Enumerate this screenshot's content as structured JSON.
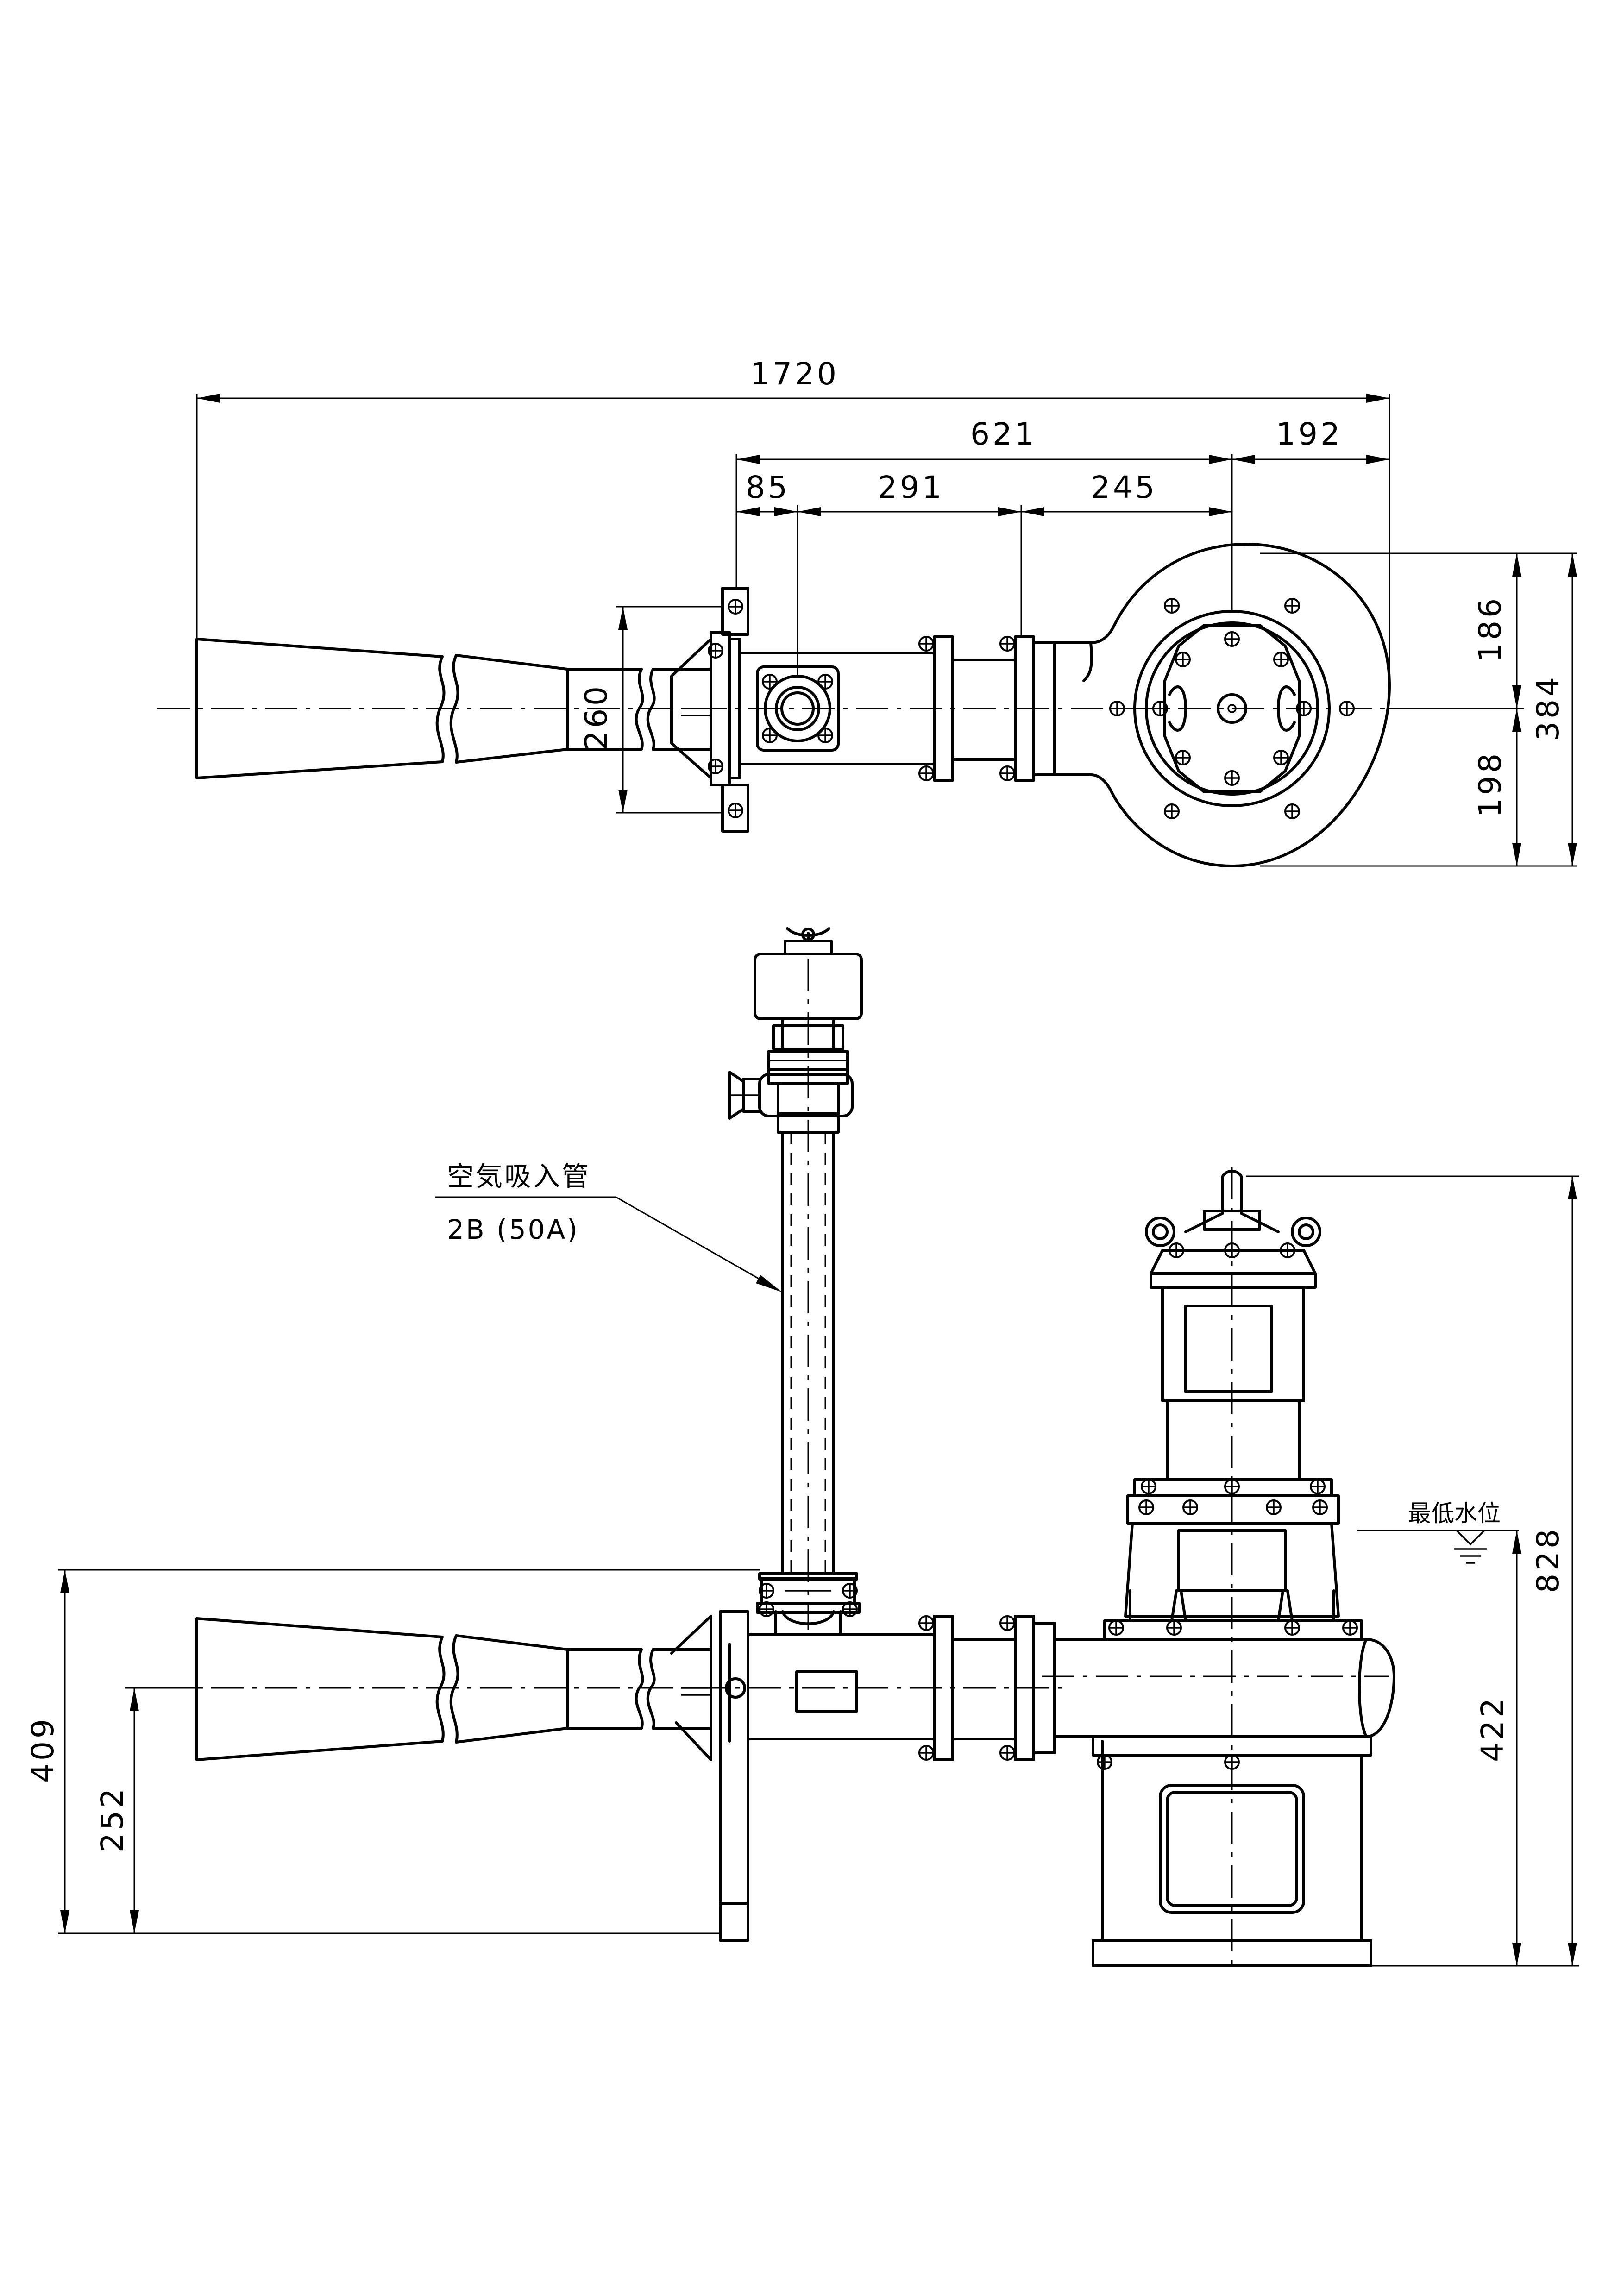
{
  "plan_view": {
    "dims": {
      "overall_length": "1720",
      "segment_621": "621",
      "segment_192": "192",
      "segment_85": "85",
      "segment_291": "291",
      "segment_245": "245",
      "bracket_width": "260",
      "half_upper": "186",
      "half_lower": "198",
      "casing_width": "384"
    }
  },
  "elevation_view": {
    "air_pipe_label": "空気吸入管",
    "air_pipe_size": "2B (50A)",
    "min_water_level_label": "最低水位",
    "dims": {
      "overall_height": "828",
      "water_level_height": "422",
      "discharge_height": "409",
      "nozzle_center_height": "252"
    }
  }
}
